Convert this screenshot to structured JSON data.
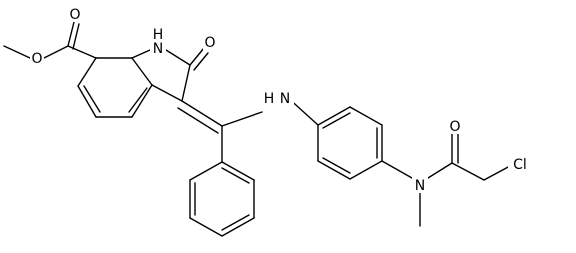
{
  "molecule": {
    "atoms": [
      {
        "id": "o_me_ester",
        "label": "O"
      },
      {
        "id": "o_ester_carbonyl",
        "label": "O"
      },
      {
        "id": "n_indole",
        "label": "H"
      },
      {
        "id": "o_ketone",
        "label": "O"
      },
      {
        "id": "n_amine",
        "label": "N"
      },
      {
        "id": "n_amine_h",
        "label": "H"
      },
      {
        "id": "n_amide",
        "label": "N"
      },
      {
        "id": "o_amide",
        "label": "O"
      },
      {
        "id": "cl",
        "label": "Cl"
      }
    ]
  }
}
